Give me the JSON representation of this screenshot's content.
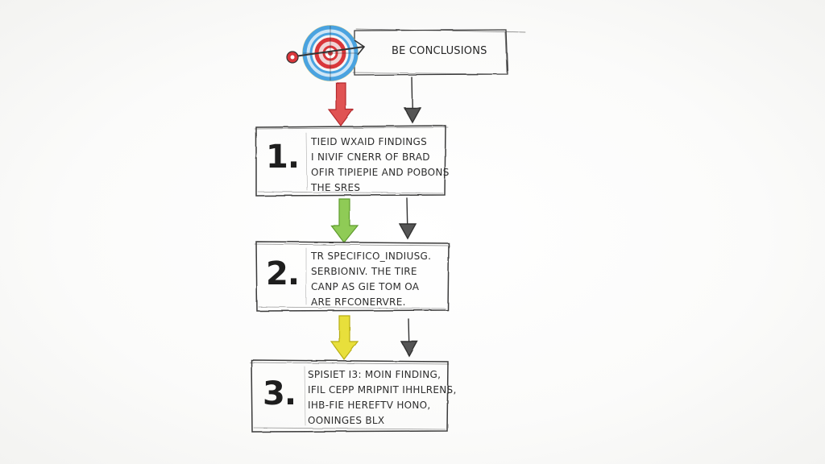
{
  "header": {
    "title": "BE CONCLUSIONS"
  },
  "steps": [
    {
      "number": "1.",
      "text": "TIEID WXAID FINDINGS\nI NIVIF CNERR OF BRAD\nOFIR TIPIEPIE AND POBONS\nTHE SRES"
    },
    {
      "number": "2.",
      "text": "TR SPECIFICO_INDIUSG.\nSERBIONIV. THE TIRE\nCANP AS GIE TOM OA\nARE RFCONERVRE."
    },
    {
      "number": "3.",
      "text": "SPISIET I3: MOIN FINDING,\nIFIL CEPP MRIPNIT IHHLRENS,\nIHB-FIE HEREFTV HONO,\nOONINGES BLX"
    }
  ],
  "colors": {
    "arrow_1": "#d9363a",
    "arrow_2": "#7cc043",
    "arrow_3": "#e3da2c",
    "target_outer": "#4aa3e0",
    "target_ring": "#f2c84b",
    "target_center": "#d9363a",
    "ink": "#333333"
  }
}
